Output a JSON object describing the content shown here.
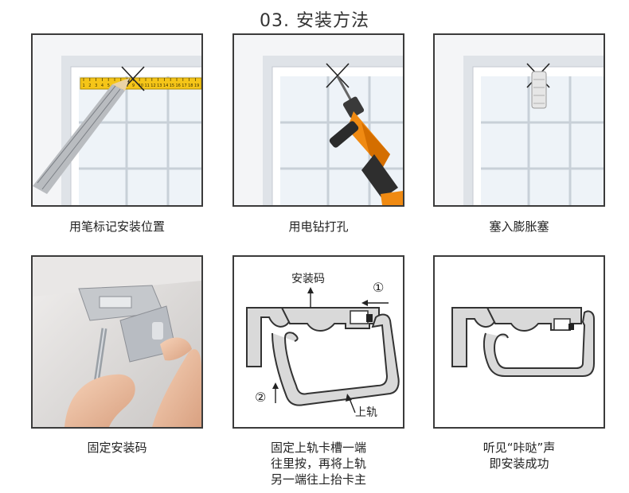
{
  "title": "03. 安装方法",
  "steps": [
    {
      "caption": "用笔标记安装位置"
    },
    {
      "caption": "用电钻打孔"
    },
    {
      "caption": "塞入膨胀塞"
    },
    {
      "caption": "固定安装码"
    },
    {
      "caption_lines": [
        "固定上轨卡槽一端",
        "往里按，再将上轨",
        "另一端往上抬卡主"
      ]
    },
    {
      "caption_lines": [
        "听见“咔哒”声",
        "即安装成功"
      ]
    }
  ],
  "diagram": {
    "label_code": "安装码",
    "label_rail": "上轨",
    "marker_1": "①",
    "marker_2": "②"
  },
  "ruler_ticks": [
    "1",
    "2",
    "3",
    "4",
    "5",
    "6",
    "7",
    "8",
    "9",
    "10",
    "11",
    "12",
    "13",
    "14",
    "15",
    "16",
    "17",
    "18",
    "19"
  ]
}
